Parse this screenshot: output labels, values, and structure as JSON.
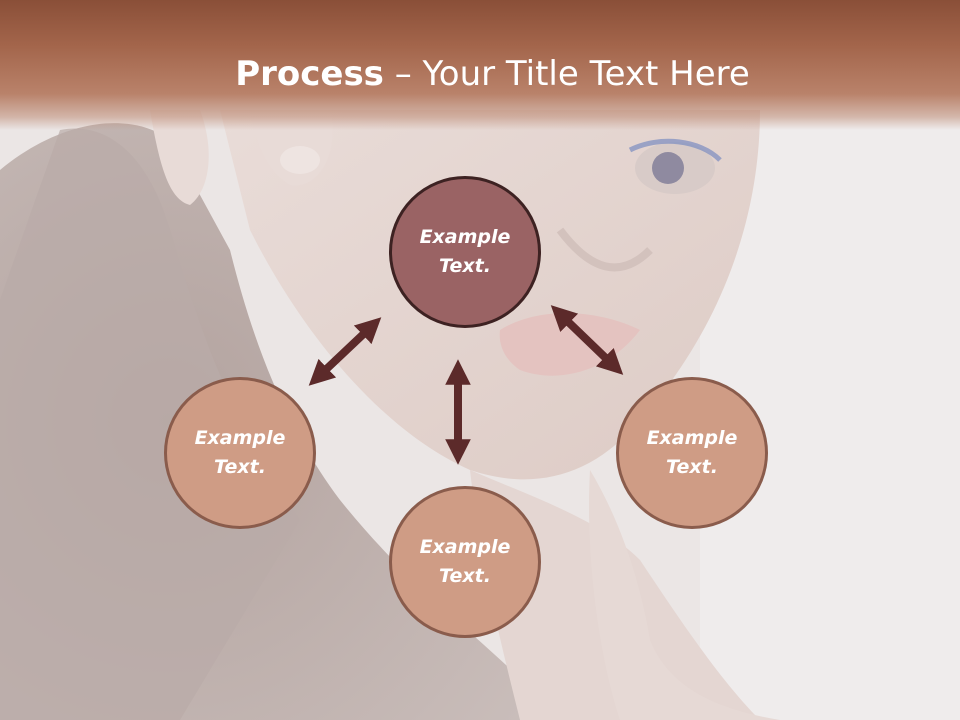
{
  "slide": {
    "title_bold": "Process",
    "title_rest": " – Your Title Text Here"
  },
  "nodes": {
    "top": {
      "line1": "Example",
      "line2": "Text."
    },
    "left": {
      "line1": "Example",
      "line2": "Text."
    },
    "bottom": {
      "line1": "Example",
      "line2": "Text."
    },
    "right": {
      "line1": "Example",
      "line2": "Text."
    }
  },
  "colors": {
    "title_bar": "#a3654b",
    "node_active": "#9a6364",
    "node_default": "#cf9c85",
    "arrow": "#5c2a2a"
  }
}
